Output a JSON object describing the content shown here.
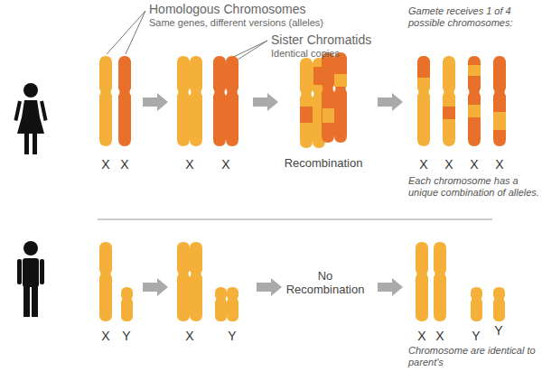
{
  "diagram": {
    "labels": [
      "Homologous Chromosomes",
      "Same genes, different versions (alleles)",
      "Sister Chromatids",
      "Identical copies",
      "Gamete receives 1 of 4 possible chromosomes:",
      "X",
      "X",
      "X",
      "X",
      "Recombination",
      "X",
      "X",
      "X",
      "X",
      "Each chromosome has a unique combination of alleles.",
      "X",
      "Y",
      "X",
      "Y",
      "No Recombination",
      "X",
      "X",
      "Y",
      "Y",
      "Chromosome are identical to parent's"
    ]
  }
}
